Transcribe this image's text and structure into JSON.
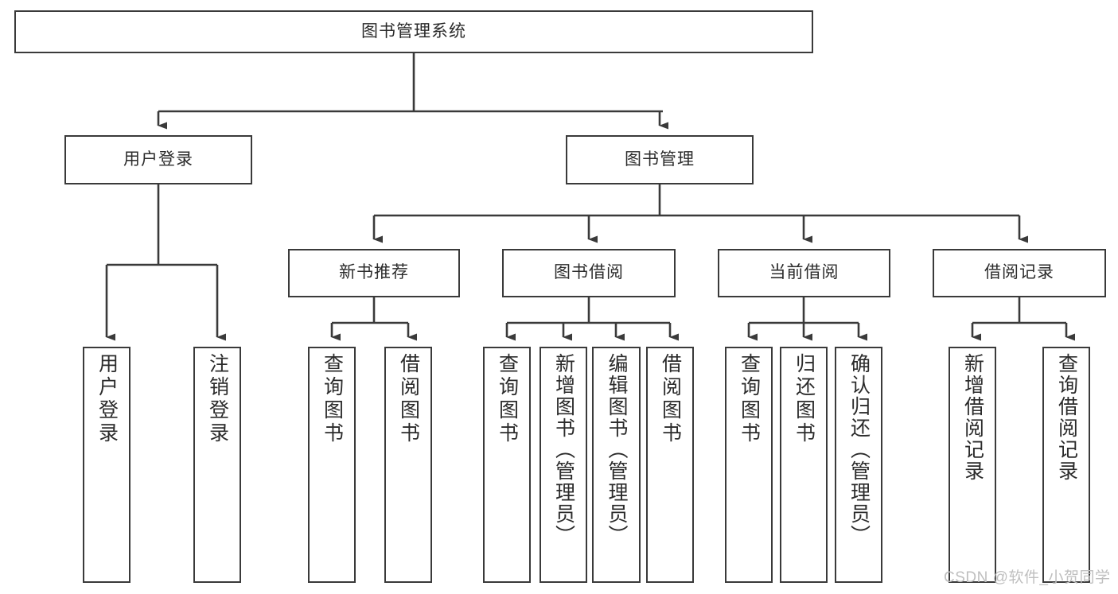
{
  "diagram": {
    "title": "图书管理系统",
    "type": "hierarchy-tree",
    "root": {
      "id": "root",
      "label": "图书管理系统"
    },
    "level2": [
      {
        "id": "user-login",
        "label": "用户登录"
      },
      {
        "id": "book-manage",
        "label": "图书管理"
      }
    ],
    "level3": [
      {
        "id": "new-book-rec",
        "label": "新书推荐",
        "parent": "book-manage"
      },
      {
        "id": "book-borrow",
        "label": "图书借阅",
        "parent": "book-manage"
      },
      {
        "id": "current-borrow",
        "label": "当前借阅",
        "parent": "book-manage"
      },
      {
        "id": "borrow-record",
        "label": "借阅记录",
        "parent": "book-manage"
      }
    ],
    "leaves": [
      {
        "id": "leaf-user-login",
        "label": "用户登录",
        "parent": "user-login"
      },
      {
        "id": "leaf-user-logout",
        "label": "注销登录",
        "parent": "user-login"
      },
      {
        "id": "leaf-query-book-1",
        "label": "查询图书",
        "parent": "new-book-rec"
      },
      {
        "id": "leaf-borrow-book-1",
        "label": "借阅图书",
        "parent": "new-book-rec"
      },
      {
        "id": "leaf-query-book-2",
        "label": "查询图书",
        "parent": "book-borrow"
      },
      {
        "id": "leaf-add-book",
        "label": "新增图书（管理员）",
        "parent": "book-borrow"
      },
      {
        "id": "leaf-edit-book",
        "label": "编辑图书（管理员）",
        "parent": "book-borrow"
      },
      {
        "id": "leaf-borrow-book-2",
        "label": "借阅图书",
        "parent": "book-borrow"
      },
      {
        "id": "leaf-query-book-3",
        "label": "查询图书",
        "parent": "current-borrow"
      },
      {
        "id": "leaf-return-book",
        "label": "归还图书",
        "parent": "current-borrow"
      },
      {
        "id": "leaf-confirm-return",
        "label": "确认归还（管理员）",
        "parent": "current-borrow"
      },
      {
        "id": "leaf-add-record",
        "label": "新增借阅记录",
        "parent": "borrow-record"
      },
      {
        "id": "leaf-query-record",
        "label": "查询借阅记录",
        "parent": "borrow-record"
      }
    ]
  },
  "watermark": {
    "text": "CSDN @软件_小贺同学"
  },
  "colors": {
    "stroke": "#3a3a3a",
    "text": "#2b2b2b",
    "background": "#ffffff",
    "watermark": "#bfbfbf"
  }
}
